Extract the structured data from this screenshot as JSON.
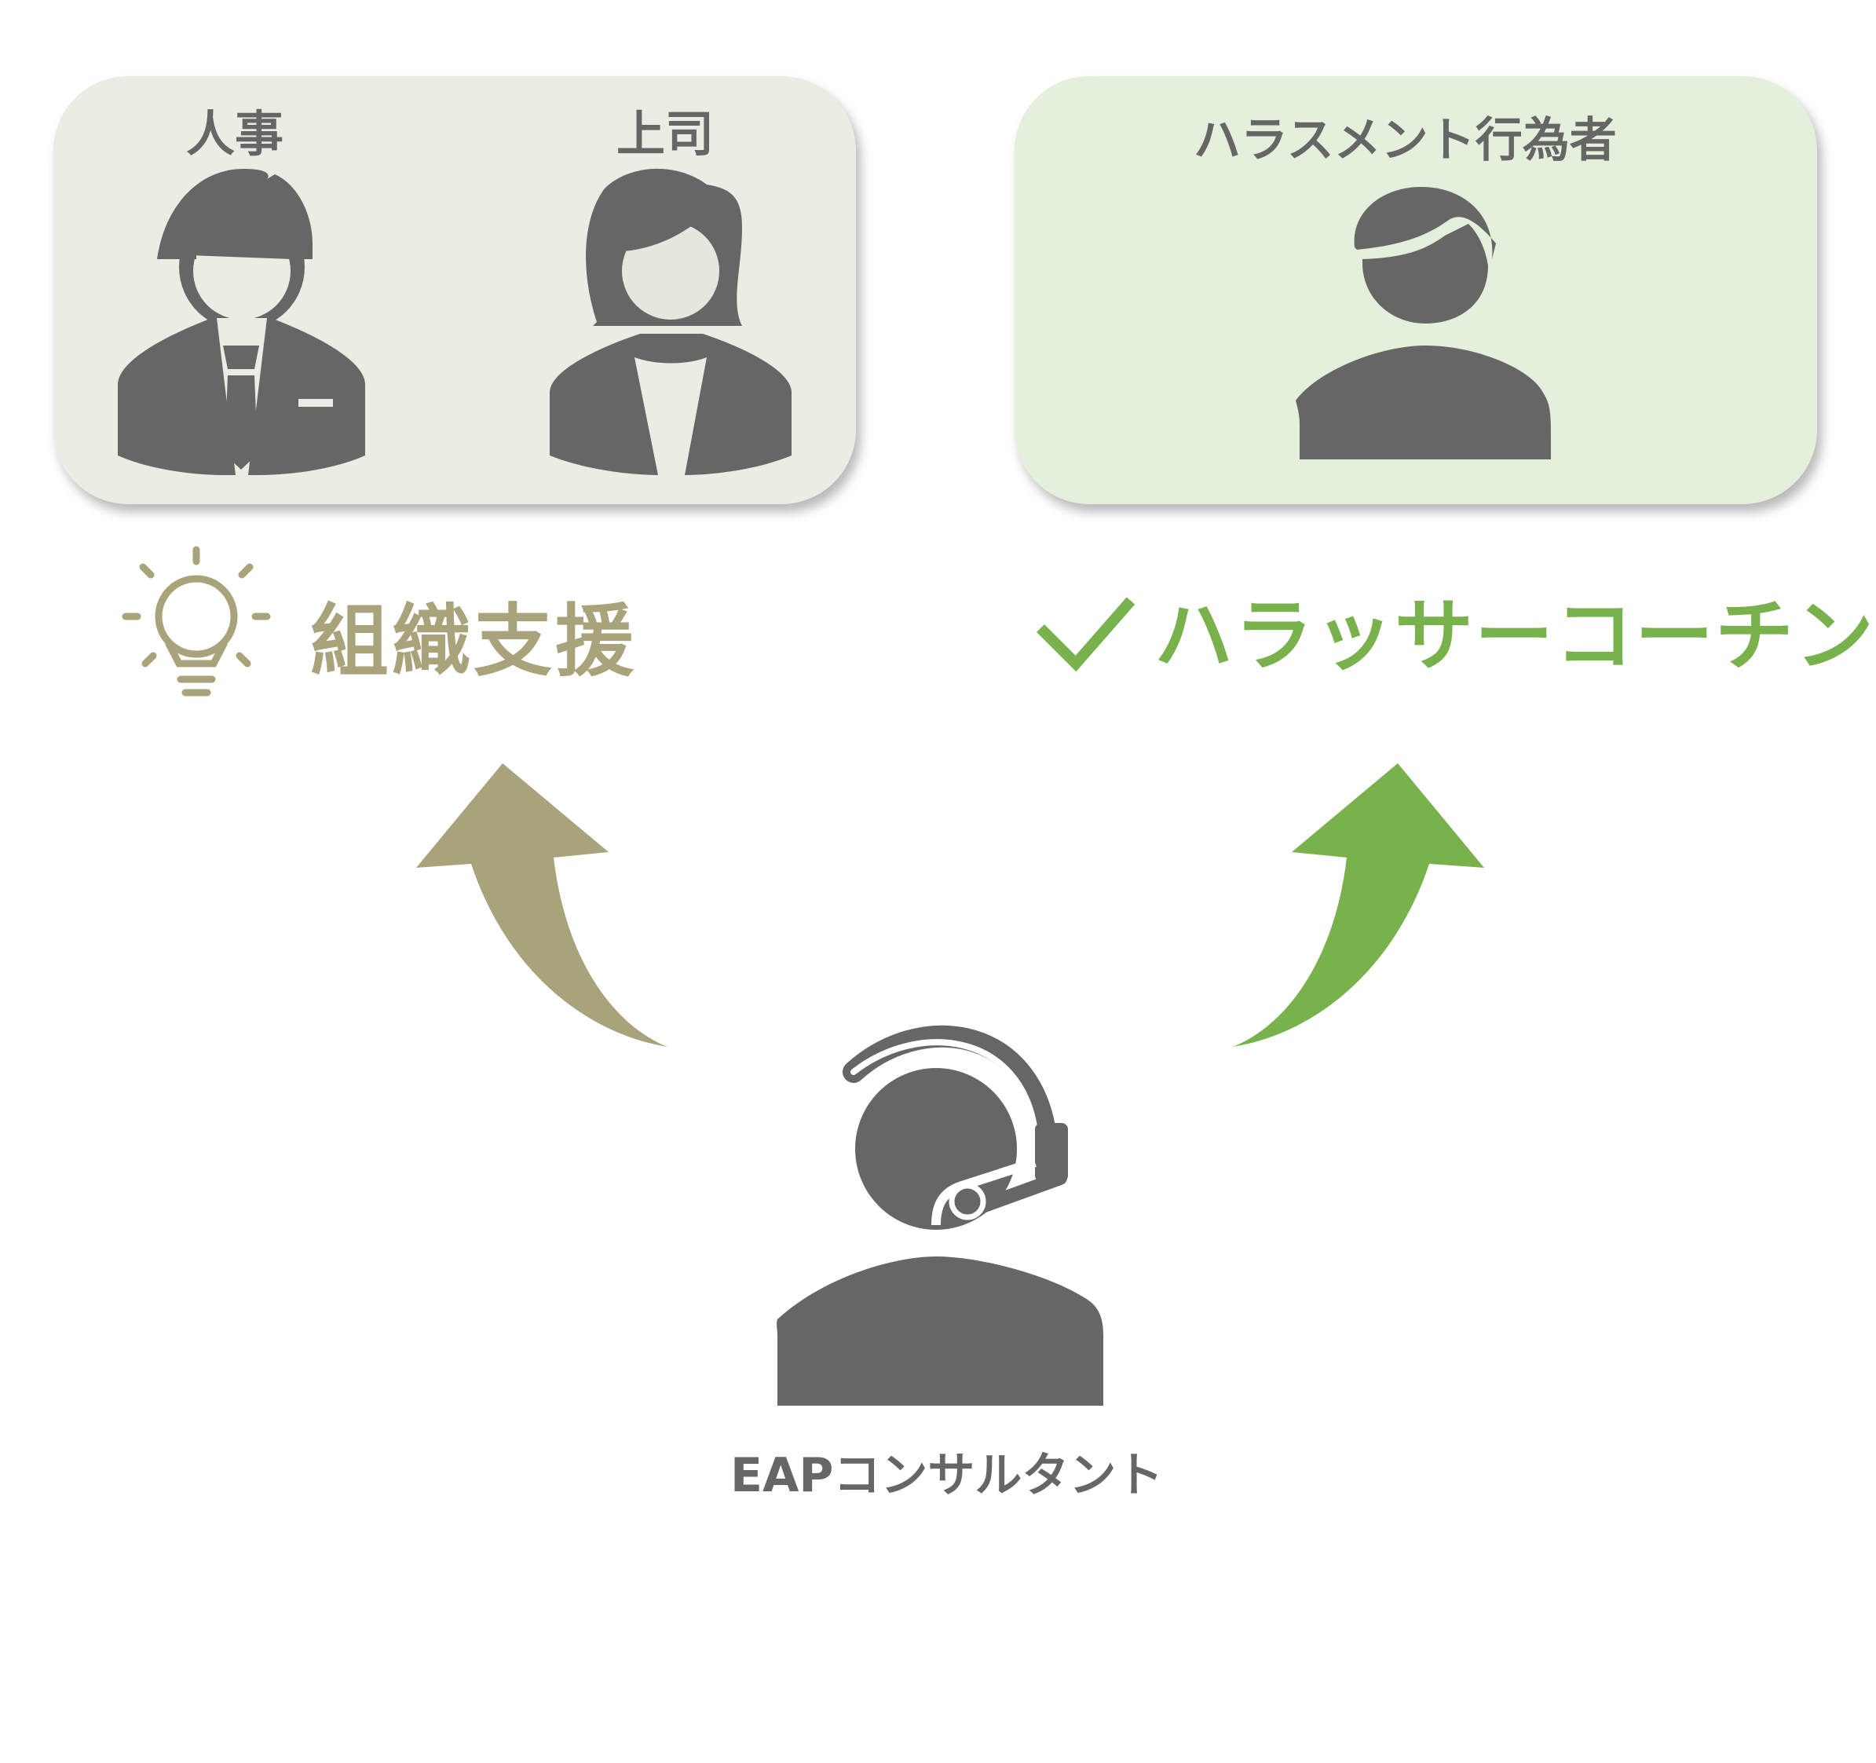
{
  "left_box": {
    "hr_label": "人事",
    "boss_label": "上司"
  },
  "right_box": {
    "harasser_label": "ハラスメント行為者"
  },
  "org_support": {
    "label": "組織支援",
    "icon": "lightbulb-icon",
    "color": "#a8a37b"
  },
  "coaching": {
    "label": "ハラッサーコーチング",
    "icon": "checkmark-icon",
    "color": "#79b24c"
  },
  "consultant": {
    "label": "EAPコンサルタント",
    "icon": "headset-person-icon"
  },
  "colors": {
    "icon_gray": "#666666",
    "left_box_bg": "#ecece4",
    "right_box_bg": "#e4efdc"
  }
}
